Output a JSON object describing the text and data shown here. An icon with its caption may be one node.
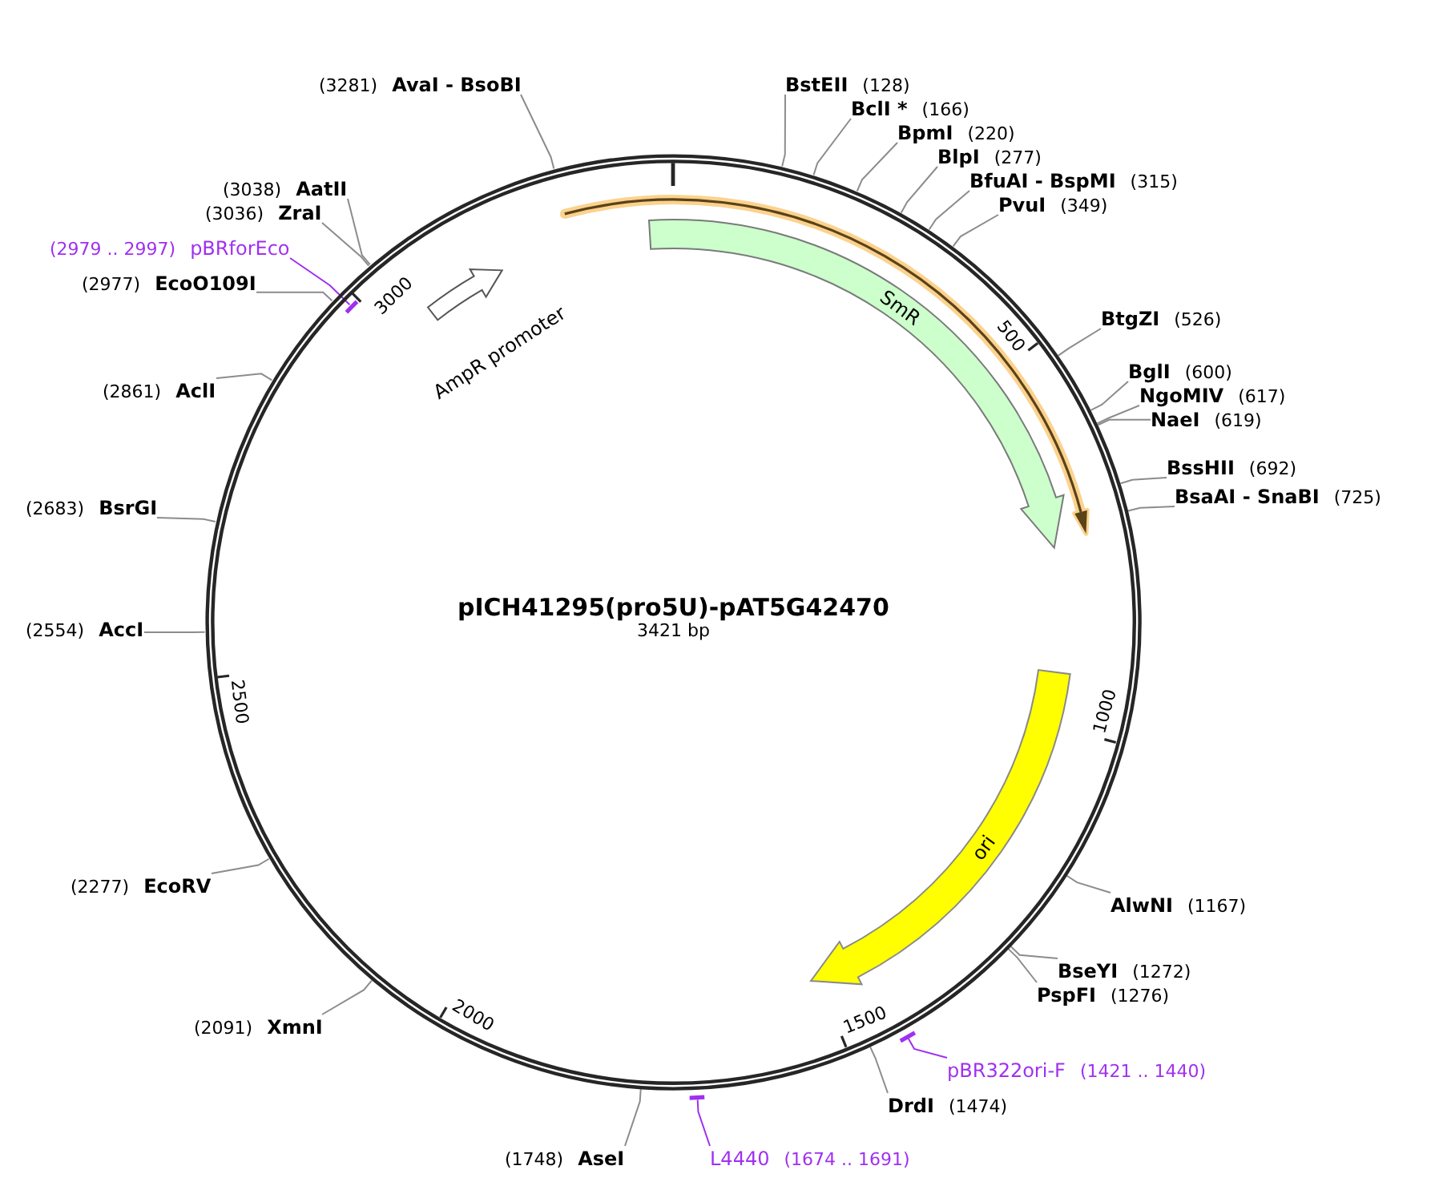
{
  "diagram": {
    "nodes": [
      {
        "text": [
          "pICH41295(pro5U)-pAT5G42470",
          "3421 bp"
        ]
      },
      {
        "text": [],
        "shape": "arrow",
        "in": 0
      },
      {
        "text": [
          "SmR"
        ],
        "in": 1
      },
      {
        "text": [
          "ori"
        ],
        "in": 0
      },
      {
        "text": [
          "AmpR promoter"
        ],
        "in": 0
      },
      {
        "text": [
          "BstEII"
        ],
        "beside": [
          "(128)"
        ]
      },
      {
        "text": [
          "BclI *"
        ],
        "beside": [
          "(166)"
        ]
      },
      {
        "text": [
          "BpmI"
        ],
        "beside": [
          "(220)"
        ]
      },
      {
        "text": [
          "BlpI"
        ],
        "beside": [
          "(277)"
        ]
      },
      {
        "text": [
          "BfuAI - BspMI"
        ],
        "beside": [
          "(315)"
        ]
      },
      {
        "text": [
          "PvuI"
        ],
        "beside": [
          "(349)"
        ]
      },
      {
        "text": [
          "BtgZI"
        ],
        "beside": [
          "(526)"
        ]
      },
      {
        "text": [
          "BglI"
        ],
        "beside": [
          "(600)"
        ]
      },
      {
        "text": [
          "NgoMIV"
        ],
        "beside": [
          "(617)"
        ]
      },
      {
        "text": [
          "NaeI"
        ],
        "beside": [
          "(619)"
        ]
      },
      {
        "text": [
          "BssHII"
        ],
        "beside": [
          "(692)"
        ]
      },
      {
        "text": [
          "BsaAI - SnaBI"
        ],
        "beside": [
          "(725)"
        ]
      },
      {
        "text": [
          "AlwNI"
        ],
        "beside": [
          "(1167)"
        ]
      },
      {
        "text": [
          "BseYI"
        ],
        "beside": [
          "(1272)"
        ]
      },
      {
        "text": [
          "PspFI"
        ],
        "beside": [
          "(1276)"
        ]
      },
      {
        "text": [
          "pBR322ori-F"
        ],
        "beside": [
          "(1421 .. 1440)"
        ]
      },
      {
        "text": [],
        "shape": "bar"
      },
      {
        "text": [
          "DrdI"
        ],
        "beside": [
          "(1474)"
        ]
      },
      {
        "text": [
          "L4440"
        ],
        "beside": [
          "(1674 .. 1691)"
        ]
      },
      {
        "text": [],
        "shape": "bar"
      },
      {
        "text": [
          "AseI"
        ],
        "beside": [
          "(1748)"
        ]
      },
      {
        "text": [
          "XmnI"
        ],
        "beside": [
          "(2091)"
        ]
      },
      {
        "text": [
          "EcoRV"
        ],
        "beside": [
          "(2277)"
        ]
      },
      {
        "text": [
          "AccI"
        ],
        "beside": [
          "(2554)"
        ]
      },
      {
        "text": [
          "BsrGI"
        ],
        "beside": [
          "(2683)"
        ]
      },
      {
        "text": [
          "AclI"
        ],
        "beside": [
          "(2861)"
        ]
      },
      {
        "text": [
          "EcoO109I"
        ],
        "beside": [
          "(2977)"
        ]
      },
      {
        "text": [
          "pBRforEco"
        ],
        "beside": [
          "(2979 .. 2997)"
        ]
      },
      {
        "text": [],
        "shape": "bar",
        "in": 0
      },
      {
        "text": [
          "ZraI"
        ],
        "beside": [
          "(3036)"
        ]
      },
      {
        "text": [
          "AatII"
        ],
        "beside": [
          "(3038)"
        ]
      },
      {
        "text": [
          "AvaI - BsoBI"
        ],
        "beside": [
          "(3281)"
        ]
      }
    ],
    "edges": [
      {
        "from": 5,
        "to": 0,
        "arrow": "none"
      },
      {
        "from": 6,
        "to": 0,
        "arrow": "none"
      },
      {
        "from": 7,
        "to": 0,
        "arrow": "none"
      },
      {
        "from": 8,
        "to": 0,
        "arrow": "none"
      },
      {
        "from": 9,
        "to": 0,
        "arrow": "none"
      },
      {
        "from": 10,
        "to": 0,
        "arrow": "none"
      },
      {
        "from": 11,
        "to": 0,
        "arrow": "none"
      },
      {
        "from": 12,
        "to": 0,
        "arrow": "none"
      },
      {
        "from": 13,
        "to": 0,
        "arrow": "none"
      },
      {
        "from": 14,
        "to": 0,
        "arrow": "none"
      },
      {
        "from": 15,
        "to": 0,
        "arrow": "none"
      },
      {
        "from": 16,
        "to": 0,
        "arrow": "none"
      },
      {
        "from": 17,
        "to": 0,
        "arrow": "none"
      },
      {
        "from": 18,
        "to": 0,
        "arrow": "none"
      },
      {
        "from": 19,
        "to": 0,
        "arrow": "none"
      },
      {
        "from": 20,
        "to": 21,
        "arrow": "none",
        "color": "#a030f0"
      },
      {
        "from": 22,
        "to": 0,
        "arrow": "none"
      },
      {
        "from": 23,
        "to": 24,
        "arrow": "none",
        "color": "#a030f0"
      },
      {
        "from": 25,
        "to": 0,
        "arrow": "none"
      },
      {
        "from": 26,
        "to": 0,
        "arrow": "none"
      },
      {
        "from": 27,
        "to": 0,
        "arrow": "none"
      },
      {
        "from": 28,
        "to": 0,
        "arrow": "none"
      },
      {
        "from": 29,
        "to": 0,
        "arrow": "none"
      },
      {
        "from": 30,
        "to": 0,
        "arrow": "none"
      },
      {
        "from": 31,
        "to": 0,
        "arrow": "none"
      },
      {
        "from": 32,
        "to": 33,
        "arrow": "none",
        "color": "#a030f0"
      },
      {
        "from": 34,
        "to": 0,
        "arrow": "none"
      },
      {
        "from": 35,
        "to": 0,
        "arrow": "none"
      },
      {
        "from": 36,
        "to": 0,
        "arrow": "none"
      }
    ],
    "labels": [
      "500",
      "1000",
      "1500",
      "2000",
      "2500",
      "3000"
    ]
  }
}
